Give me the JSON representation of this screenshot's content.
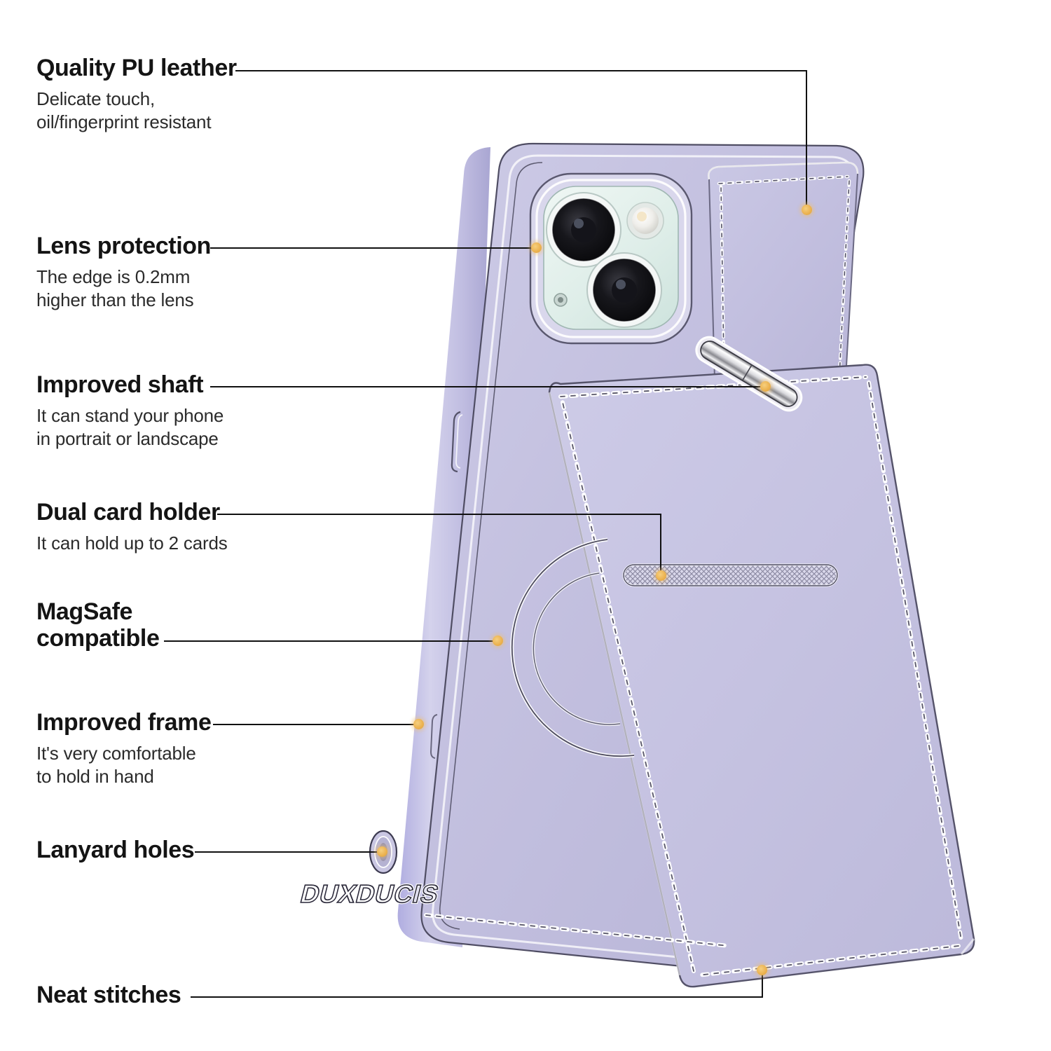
{
  "page": {
    "type": "product-feature-infographic",
    "product_brand": "DUXDUCIS",
    "background_color": "#ffffff",
    "case_color_hex": "#c3c0de",
    "accent_dot_hex": "#eab44f",
    "leader_line_hex": "#111111"
  },
  "brand_logo": {
    "text": "DUXDUCIS"
  },
  "callouts": [
    {
      "id": "quality-pu-leather",
      "title": "Quality PU leather",
      "subtitle": "Delicate touch,\noil/fingerprint resistant"
    },
    {
      "id": "lens-protection",
      "title": "Lens protection",
      "subtitle": "The edge is 0.2mm\nhigher than the lens"
    },
    {
      "id": "improved-shaft",
      "title": "Improved shaft",
      "subtitle": "It can stand your phone\nin portrait or landscape"
    },
    {
      "id": "dual-card-holder",
      "title": "Dual card holder",
      "subtitle": "It can hold up to 2 cards"
    },
    {
      "id": "magsafe-compatible",
      "title": "MagSafe\ncompatible",
      "subtitle": ""
    },
    {
      "id": "improved-frame",
      "title": "Improved frame",
      "subtitle": "It's very comfortable\nto hold in hand"
    },
    {
      "id": "lanyard-holes",
      "title": "Lanyard holes",
      "subtitle": ""
    },
    {
      "id": "neat-stitches",
      "title": "Neat stitches",
      "subtitle": ""
    }
  ],
  "artwork": {
    "device": "iPhone rear view in leather case",
    "camera_module": {
      "lens_count": 2,
      "has_flash": true,
      "has_microphone_dot": true,
      "plateau_color": "#e3eeea"
    },
    "features_marked": [
      "pu-leather-flap",
      "camera-lens-ring",
      "metal-kickstand-shaft",
      "card-slot",
      "magsafe-ring",
      "side-frame",
      "lanyard-hole",
      "edge-stitching"
    ]
  }
}
